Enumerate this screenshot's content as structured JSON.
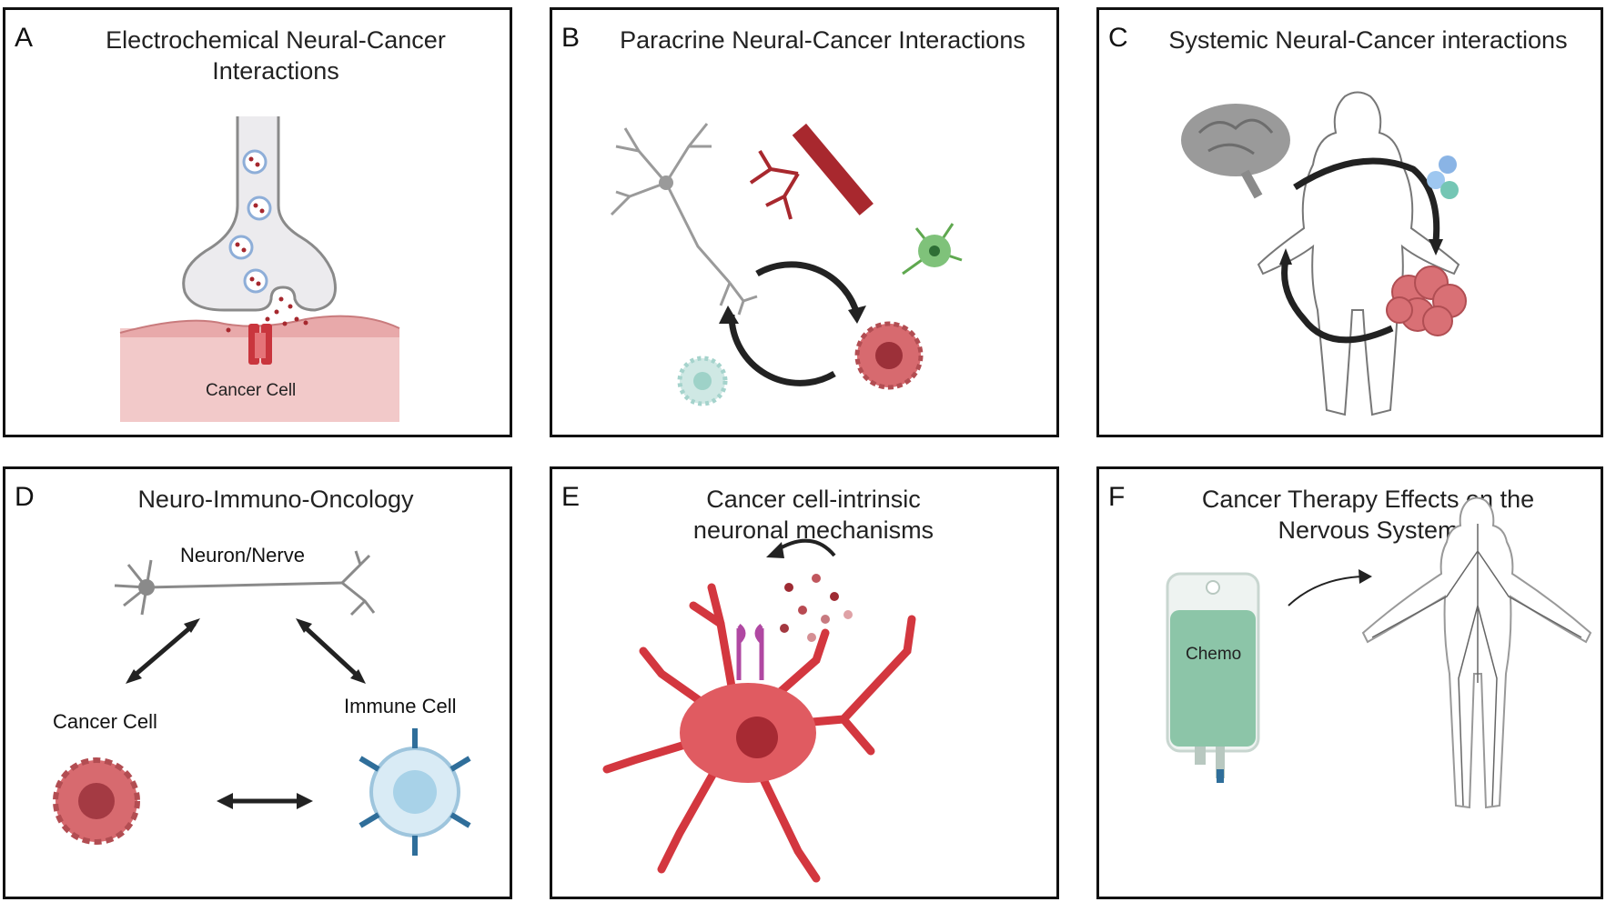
{
  "panels": {
    "a": {
      "letter": "A",
      "title": "Electrochemical  Neural-Cancer\nInteractions",
      "cancer_cell": "Cancer Cell"
    },
    "b": {
      "letter": "B",
      "title": "Paracrine Neural-Cancer Interactions"
    },
    "c": {
      "letter": "C",
      "title": "Systemic Neural-Cancer interactions"
    },
    "d": {
      "letter": "D",
      "title": "Neuro-Immuno-Oncology",
      "neuron": "Neuron/Nerve",
      "cancer_cell": "Cancer Cell",
      "immune_cell": "Immune Cell"
    },
    "e": {
      "letter": "E",
      "title": "Cancer cell-intrinsic\nneuronal mechanisms"
    },
    "f": {
      "letter": "F",
      "title": "Cancer Therapy Effects on the\nNervous System",
      "chemo": "Chemo"
    }
  },
  "colors": {
    "border": "#111111",
    "cancer_red": "#c94f55",
    "neuron_gray": "#8a8a8a",
    "vessel_red": "#a8282e",
    "immune_blue": "#2f6e9a",
    "glia_green": "#5fa84f",
    "chemo_green": "#8cc5a8"
  }
}
